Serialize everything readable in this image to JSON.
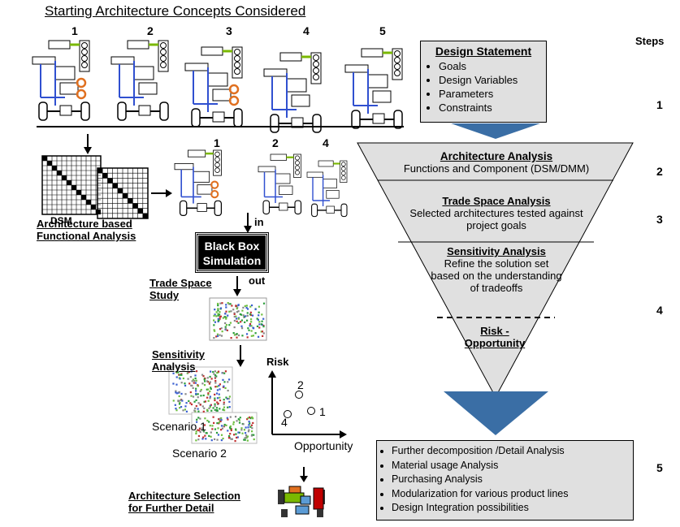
{
  "title": "Starting Architecture Concepts Considered",
  "concept_numbers": [
    "1",
    "2",
    "3",
    "4",
    "5"
  ],
  "selected_numbers": [
    "1",
    "2",
    "4"
  ],
  "dsm_label": "DSM",
  "arch_functional_analysis": "Architecture based Functional Analysis",
  "in_label": "in",
  "out_label": "out",
  "black_box": "Black Box Simulation",
  "trade_space_study": "Trade Space Study",
  "sensitivity_analysis_label": "Sensitivity Analysis",
  "scenario1": "Scenario 1",
  "scenario2": "Scenario 2",
  "risk_axis": "Risk",
  "opportunity_axis": "Opportunity",
  "risk_points": [
    "2",
    "1",
    "4"
  ],
  "arch_selection": "Architecture Selection for Further Detail",
  "steps_header": "Steps",
  "step_numbers": [
    "1",
    "2",
    "3",
    "4",
    "5"
  ],
  "design_statement": {
    "title": "Design Statement",
    "items": [
      "Goals",
      "Design Variables",
      "Parameters",
      "Constraints"
    ]
  },
  "funnel": {
    "arch_analysis_title": "Architecture Analysis",
    "arch_analysis_text": "Functions and Component (DSM/DMM)",
    "trade_space_title": "Trade Space Analysis",
    "trade_space_text": "Selected architectures tested against project goals",
    "sensitivity_title": "Sensitivity Analysis",
    "sensitivity_text": "Refine the solution set based on the understanding of tradeoffs",
    "risk_title": "Risk - Opportunity"
  },
  "further_detail": {
    "items": [
      "Further decomposition /Detail Analysis",
      "Material usage Analysis",
      "Purchasing Analysis",
      "Modularization for various product lines",
      "Design Integration possibilities"
    ]
  },
  "colors": {
    "funnel_fill": "#e0e0e0",
    "arrow_blue": "#3a6ea5",
    "accent_orange": "#e07020",
    "accent_green": "#7ab800",
    "blue_lines": "#3050d0"
  }
}
